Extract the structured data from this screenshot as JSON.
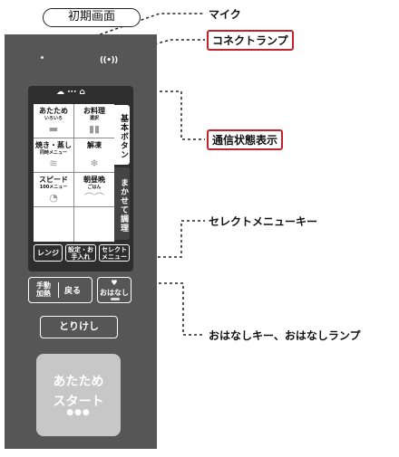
{
  "state_label": "初期画面",
  "device": {
    "lamp_glyph": "((•))",
    "wifi_glyph": "☁ ∙∙∙ ⌂",
    "cells": [
      {
        "title": "あたため",
        "sub": "いろいろ",
        "icon": "cup-icon",
        "glyph": "▬"
      },
      {
        "title": "お料理",
        "sub": "選択",
        "icon": "book-icon",
        "glyph": "▮▮"
      },
      {
        "title": "焼き・蒸し",
        "sub": "同時メニュー",
        "icon": "steam-plate-icon",
        "glyph": "≋"
      },
      {
        "title": "解凍",
        "sub": "",
        "icon": "snowflake-icon",
        "glyph": "❄"
      },
      {
        "title": "スピード",
        "sub": "100メニュー",
        "icon": "timer-icon",
        "glyph": "◔"
      },
      {
        "title": "朝昼晩",
        "sub": "ごはん",
        "icon": "dishes-icon",
        "glyph": "⌒⌒"
      }
    ],
    "tab_basic": "基本ボタン",
    "tab_auto": "まかせて調理",
    "btn_range": "レンジ",
    "btn_settings": "設定・お手入れ",
    "btn_select": "セレクトメニュー",
    "btn_manual": "手動加熱",
    "btn_back": "戻る",
    "btn_talk": "おはなし",
    "btn_cancel": "とりけし",
    "start_line1": "あたため",
    "start_line2": "スタート",
    "start_dots": "●●●"
  },
  "annotations": {
    "mic": "マイク",
    "connect_lamp": "コネクトランプ",
    "comm_status": "通信状態表示",
    "select_key": "セレクトメニューキー",
    "talk_key": "おはなしキー、おはなしランプ"
  },
  "colors": {
    "panel": "#565656",
    "highlight_border": "#c0232b",
    "start_button": "#c7c7c7"
  }
}
